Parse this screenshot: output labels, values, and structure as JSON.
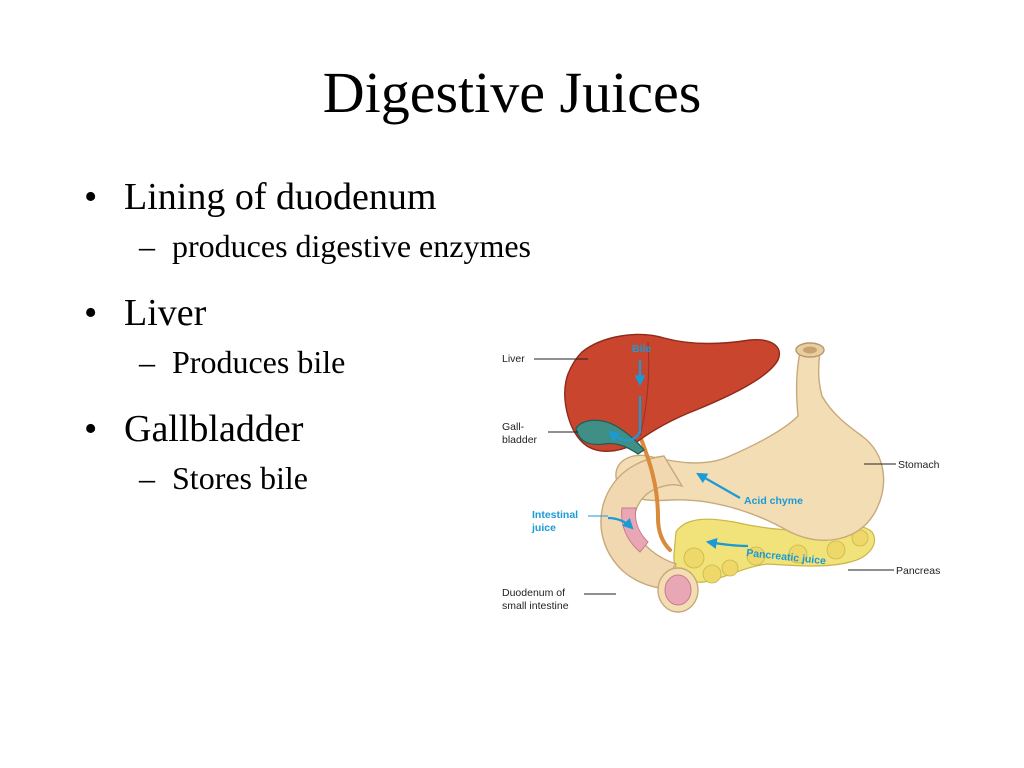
{
  "slide": {
    "title": "Digestive Juices",
    "bullets": [
      {
        "text": "Lining of duodenum",
        "sub": "produces digestive enzymes"
      },
      {
        "text": "Liver",
        "sub": "Produces bile"
      },
      {
        "text": "Gallbladder",
        "sub": "Stores bile"
      }
    ]
  },
  "diagram": {
    "labels": {
      "liver": "Liver",
      "gallbladder_line1": "Gall-",
      "gallbladder_line2": "bladder",
      "stomach": "Stomach",
      "pancreas": "Pancreas",
      "duodenum_line1": "Duodenum of",
      "duodenum_line2": "small intestine",
      "intestinal_line1": "Intestinal",
      "intestinal_line2": "juice",
      "bile": "Bile",
      "acid_chyme": "Acid chyme",
      "pancreatic_juice": "Pancreatic juice"
    },
    "colors": {
      "liver": "#c9452e",
      "stomach": "#f3ddb4",
      "pancreas": "#f2e27a",
      "gallbladder": "#3f8f86",
      "duodenum_lining": "#e9a7b5",
      "arrow": "#1a9ad6",
      "duct": "#d98a3a"
    }
  }
}
